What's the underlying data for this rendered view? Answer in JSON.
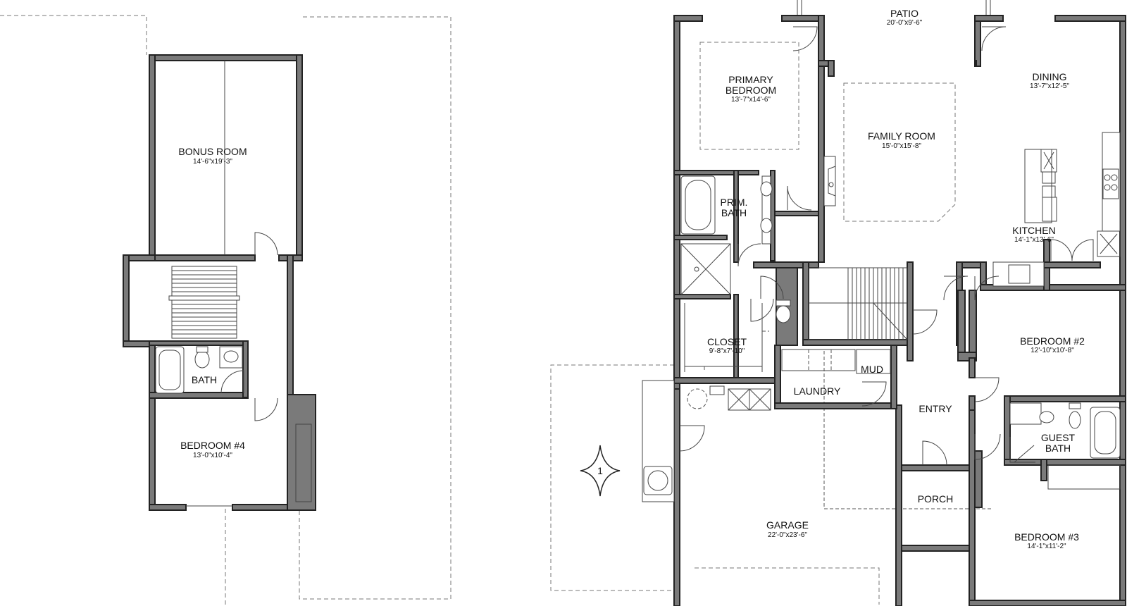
{
  "rooms": {
    "bonus_room": {
      "name": "BONUS ROOM",
      "dims": "14'-6\"x19'-3\""
    },
    "bath_up": {
      "name": "BATH"
    },
    "bedroom4": {
      "name": "BEDROOM #4",
      "dims": "13'-0\"x10'-4\""
    },
    "patio": {
      "name": "PATIO",
      "dims": "20'-0\"x9'-6\""
    },
    "primary_bedroom": {
      "name1": "PRIMARY",
      "name2": "BEDROOM",
      "dims": "13'-7\"x14'-6\""
    },
    "family_room": {
      "name": "FAMILY ROOM",
      "dims": "15'-0\"x15'-8\""
    },
    "dining": {
      "name": "DINING",
      "dims": "13'-7\"x12'-5\""
    },
    "kitchen": {
      "name": "KITCHEN",
      "dims": "14'-1\"x13'-6\""
    },
    "prim_bath": {
      "name1": "PRIM.",
      "name2": "BATH"
    },
    "closet": {
      "name": "CLOSET",
      "dims": "9'-8\"x7'-10\""
    },
    "mud": {
      "name": "MUD"
    },
    "laundry": {
      "name": "LAUNDRY"
    },
    "entry": {
      "name": "ENTRY"
    },
    "bedroom2": {
      "name": "BEDROOM #2",
      "dims": "12'-10\"x10'-8\""
    },
    "guest_bath": {
      "name1": "GUEST",
      "name2": "BATH"
    },
    "porch": {
      "name": "PORCH"
    },
    "garage": {
      "name": "GARAGE",
      "dims": "22'-0\"x23'-6\""
    },
    "bedroom3": {
      "name": "BEDROOM #3",
      "dims": "14'-1\"x11'-2\""
    }
  },
  "elevation_marker": {
    "label": "1"
  }
}
